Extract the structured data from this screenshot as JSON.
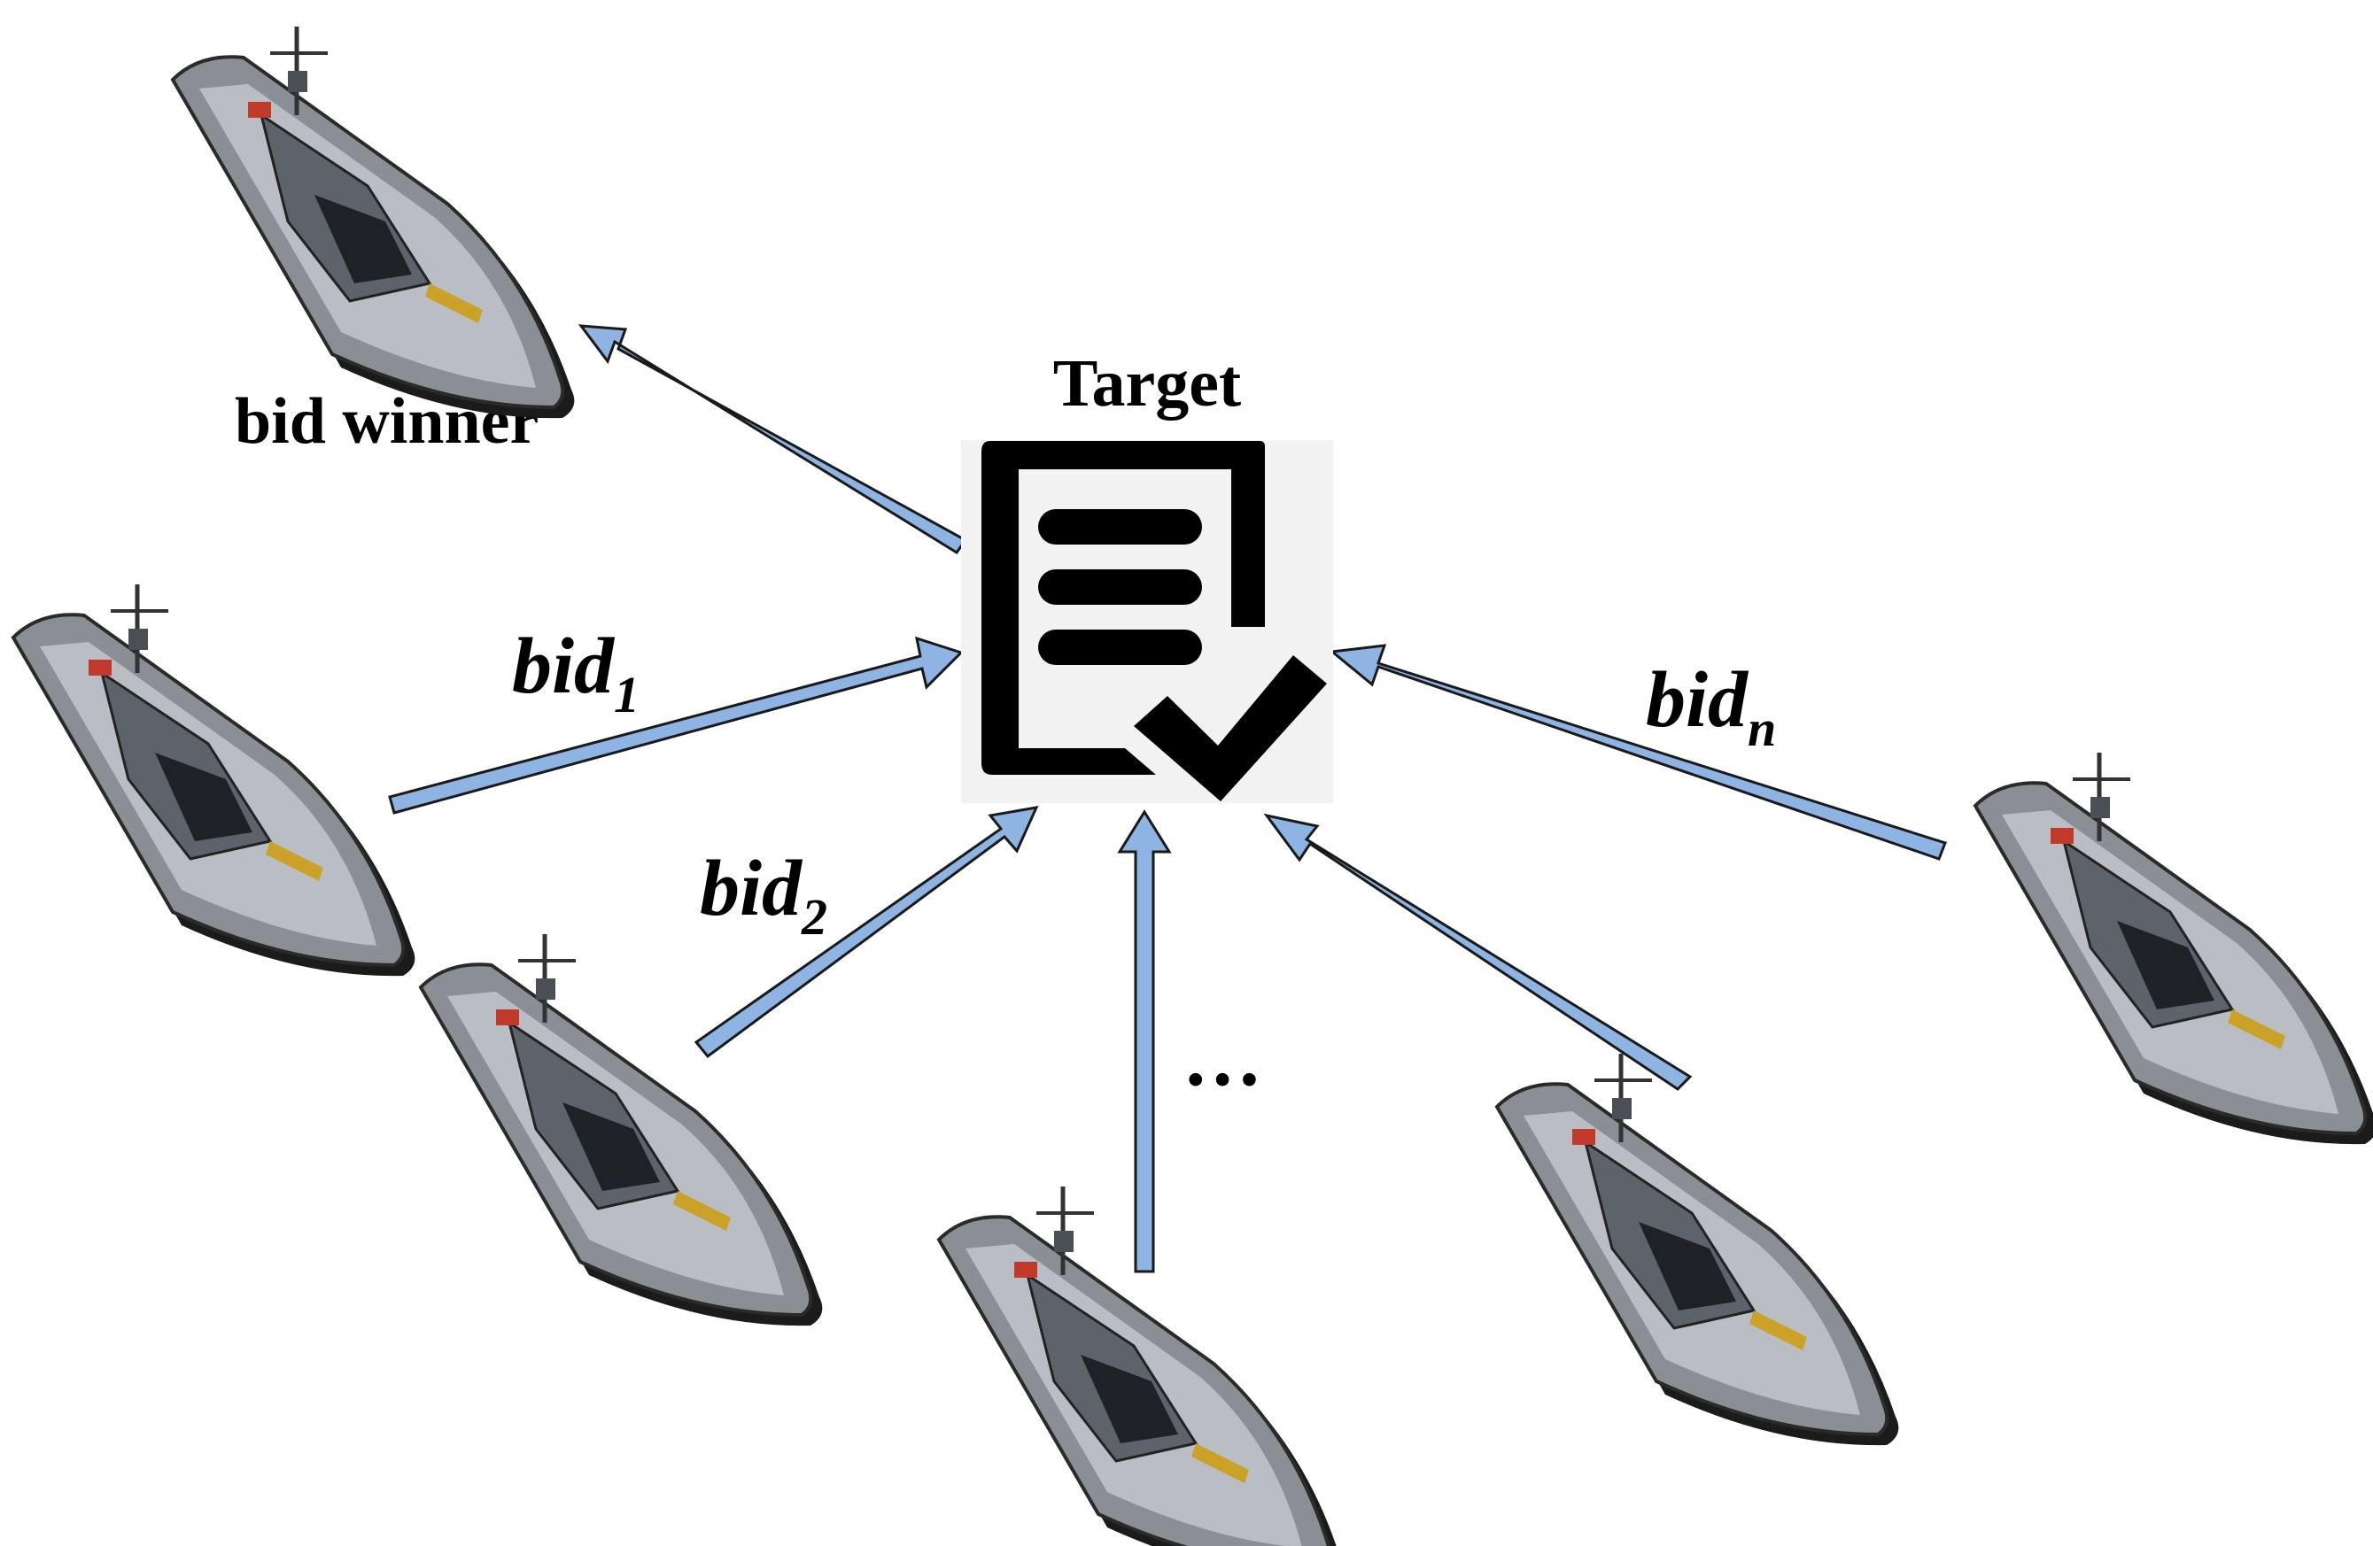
{
  "diagram": {
    "target": {
      "label": "Target",
      "icon": "document-checkmark-icon"
    },
    "winner_label": "bid winner",
    "ellipsis": "…",
    "bids": [
      {
        "base": "bid",
        "sub": "1"
      },
      {
        "base": "bid",
        "sub": "2"
      },
      {
        "base": "bid",
        "sub": "n"
      }
    ],
    "boat_icon": "patrol-boat-icon",
    "colors": {
      "arrow_fill": "#8eb4e3",
      "arrow_stroke": "#1a1a1a",
      "text": "#000000"
    }
  }
}
